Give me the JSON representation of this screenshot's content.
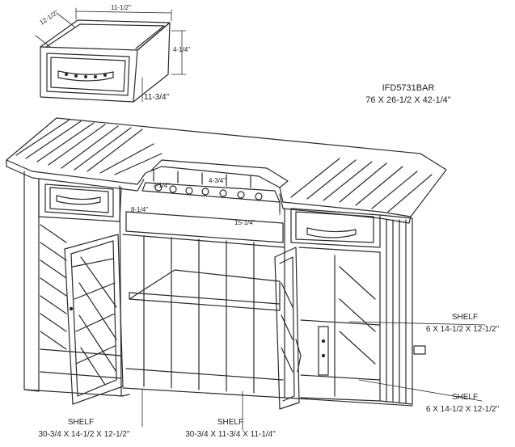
{
  "product": {
    "model": "IFD5731BAR",
    "overall_dimensions": "76 X 26-1/2 X 42-1/4\""
  },
  "drawer_detail": {
    "width": "11-1/2\"",
    "depth": "12-1/2\"",
    "height": "4-1/4\"",
    "front_height": "11-3/4\""
  },
  "interior_dimensions": {
    "glass_rack_depth": "7-1/4\"",
    "bottle_holder": "4-3/4\"",
    "rack_height": "8-1/4\"",
    "center_span": "15-1/4\""
  },
  "shelves": [
    {
      "label": "SHELF",
      "size": "6 X 14-1/2 X 12-1/2\""
    },
    {
      "label": "SHELF",
      "size": "6 X 14-1/2 X 12-1/2\""
    },
    {
      "label": "SHELF",
      "size": "30-3/4 X 14-1/2 X 12-1/2\""
    },
    {
      "label": "SHELF",
      "size": "30-3/4 X 11-3/4 X 11-1/4\""
    }
  ]
}
